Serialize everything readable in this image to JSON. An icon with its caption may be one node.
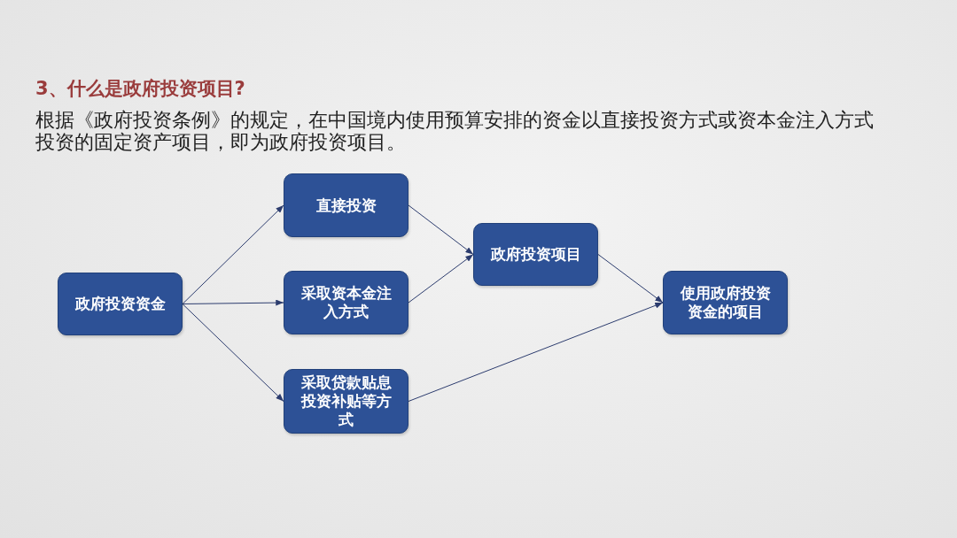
{
  "diagram": {
    "title": "3、什么是政府投资项目?",
    "nodes": [
      {
        "text": [
          "政府投资资金"
        ]
      },
      {
        "text": [
          "直接投资"
        ]
      },
      {
        "text": [
          "采取资本金注入方式"
        ]
      },
      {
        "text": [
          "采取贷款贴息投资补贴等方式"
        ]
      },
      {
        "text": [
          "政府投资项目"
        ]
      },
      {
        "text": [
          "使用政府投资资金的项目"
        ]
      }
    ],
    "edges": [
      {
        "from": 0,
        "to": 1,
        "arrow": "to"
      },
      {
        "from": 0,
        "to": 2,
        "arrow": "to"
      },
      {
        "from": 0,
        "to": 3,
        "arrow": "to"
      },
      {
        "from": 1,
        "to": 4,
        "arrow": "to"
      },
      {
        "from": 2,
        "to": 4,
        "arrow": "to"
      },
      {
        "from": 4,
        "to": 5,
        "arrow": "to"
      },
      {
        "from": 3,
        "to": 5,
        "arrow": "to"
      }
    ],
    "labels": [
      "根据《政府投资条例》的规定，在中国境内使用预算安排的资金以直接投资方式或资本金注入方式投资的固定资产项目，即为政府投资项目。"
    ]
  }
}
